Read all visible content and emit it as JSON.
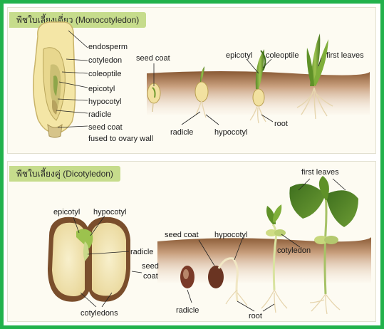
{
  "monocot": {
    "title": "พืชใบเลี้ยงเดี่ยว (Monocotyledon)",
    "seed_labels": [
      "endosperm",
      "cotyledon",
      "coleoptile",
      "epicotyl",
      "hypocotyl",
      "radicle",
      "seed coat",
      "fused to ovary wall"
    ],
    "stage_labels": {
      "seed_coat": "seed coat",
      "epicotyl": "epicotyl",
      "coleoptile": "coleoptile",
      "first_leaves": "first leaves",
      "radicle": "radicle",
      "hypocotyl": "hypocotyl",
      "root": "root"
    }
  },
  "dicot": {
    "title": "พืชใบเลี้ยงคู่ (Dicotyledon)",
    "seed_labels": {
      "epicotyl": "epicotyl",
      "hypocotyl": "hypocotyl",
      "radicle": "radicle",
      "seed_coat_1": "seed",
      "seed_coat_2": "coat",
      "cotyledons": "cotyledons"
    },
    "stage_labels": {
      "seed_coat": "seed coat",
      "hypocotyl": "hypocotyl",
      "cotyledon": "cotyledon",
      "first_leaves": "first leaves",
      "radicle": "radicle",
      "root": "root"
    }
  },
  "colors": {
    "frame": "#22b24c",
    "header_tab": "#c6dc8c",
    "soil_top": "#8a5a35",
    "soil_bottom": "#f3e3d0"
  }
}
